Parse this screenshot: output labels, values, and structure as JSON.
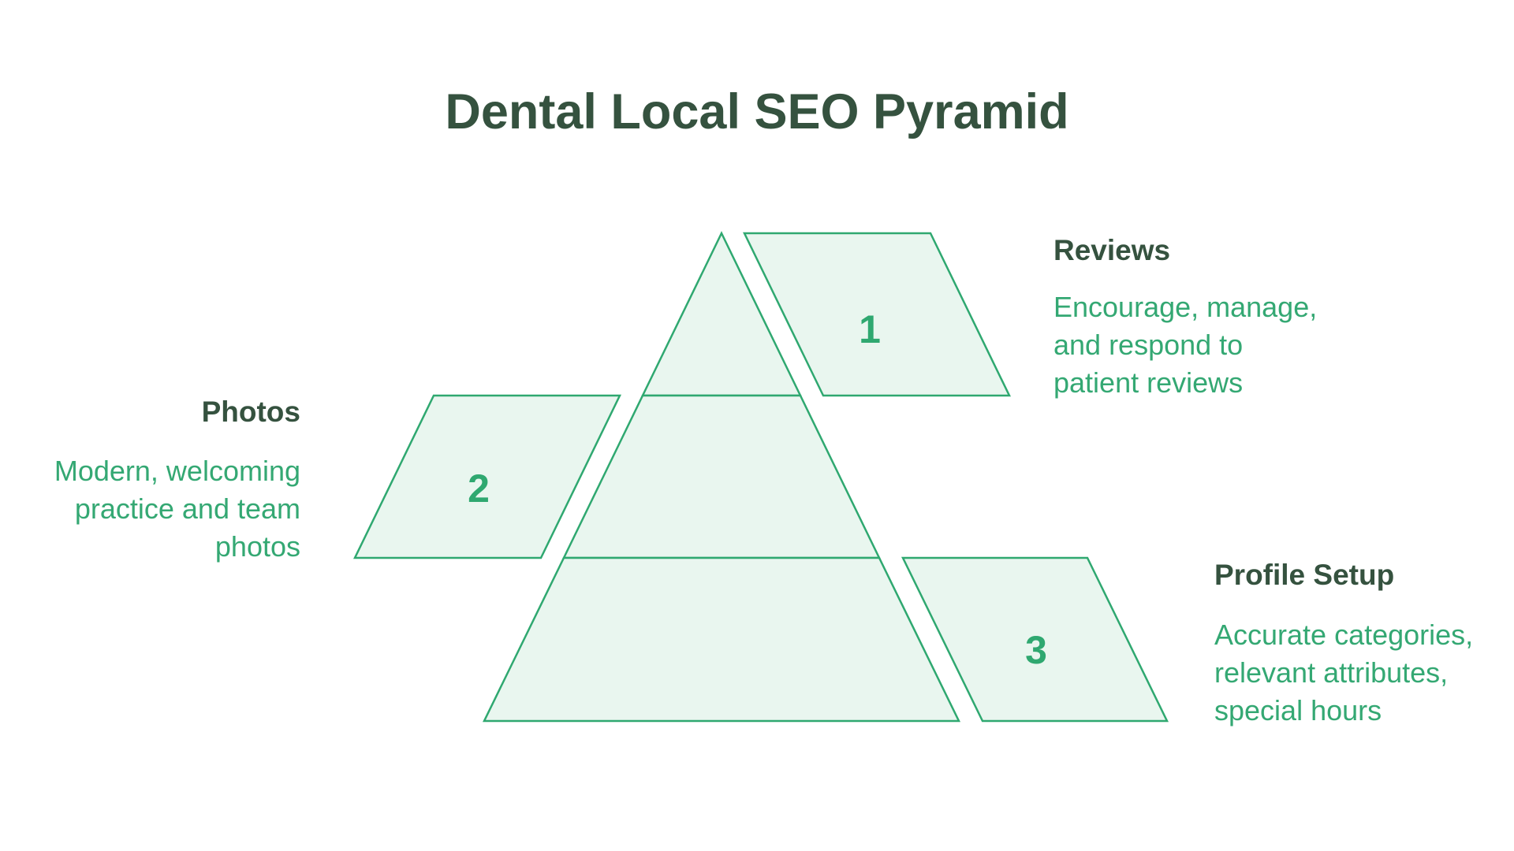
{
  "title": "Dental Local SEO Pyramid",
  "colors": {
    "accent_green": "#2fa870",
    "body_text_green": "#34a873",
    "heading_dark_green": "#35523f",
    "shape_fill": "#e9f6ef",
    "background": "#ffffff"
  },
  "levels": [
    {
      "number": "1",
      "label": "Reviews",
      "description_lines": [
        "Encourage, manage,",
        "and respond to",
        "patient reviews"
      ]
    },
    {
      "number": "2",
      "label": "Photos",
      "description_lines": [
        "Modern, welcoming",
        "practice and team",
        "photos"
      ]
    },
    {
      "number": "3",
      "label": "Profile Setup",
      "description_lines": [
        "Accurate categories,",
        "relevant attributes,",
        "special hours"
      ]
    }
  ]
}
